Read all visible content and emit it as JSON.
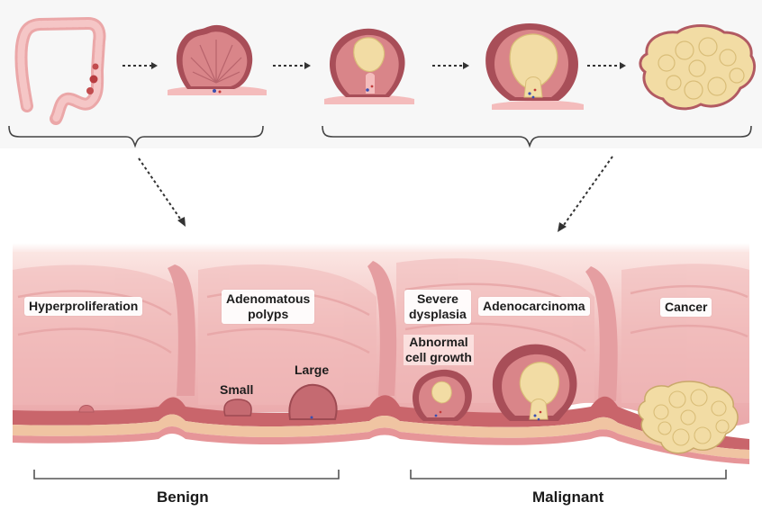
{
  "stages": {
    "hyperproliferation": "Hyperproliferation",
    "adenomatous_polyps": "Adenomatous\npolyps",
    "small": "Small",
    "large": "Large",
    "severe_dysplasia": "Severe\ndysplasia",
    "abnormal_cell_growth": "Abnormal\ncell growth",
    "adenocarcinoma": "Adenocarcinoma",
    "cancer": "Cancer"
  },
  "groups": {
    "benign": "Benign",
    "malignant": "Malignant"
  },
  "colors": {
    "tissue_pink": "#dc8e92",
    "tissue_dark": "#b25a62",
    "tumor_yellow": "#f2dca4",
    "colon_light": "#f6c8c6"
  },
  "icons": [
    "colon-icon",
    "flat-polyp-icon",
    "small-adenoma-icon",
    "large-adenoma-icon",
    "carcinoma-mass-icon"
  ]
}
